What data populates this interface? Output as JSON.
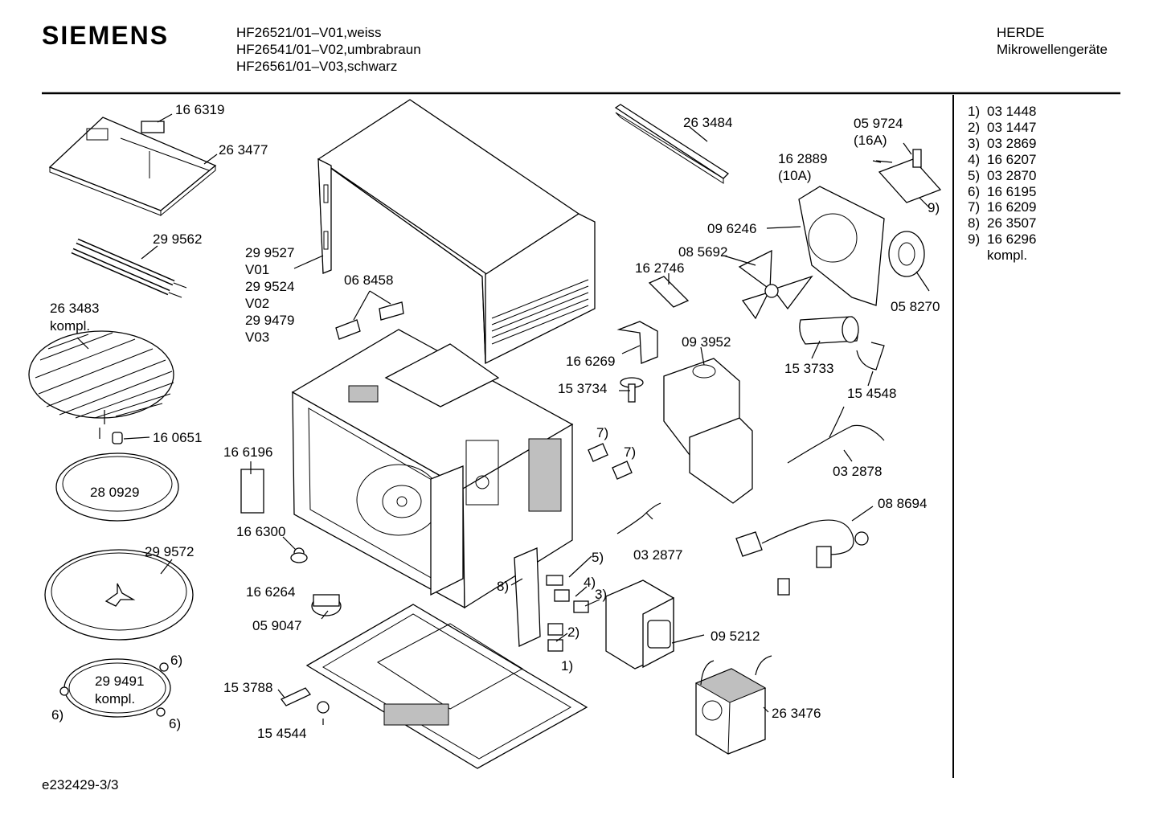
{
  "header": {
    "brand": "SIEMENS",
    "models": [
      "HF26521/01–V01,weiss",
      "HF26541/01–V02,umbrabraun",
      "HF26561/01–V03,schwarz"
    ],
    "category": [
      "HERDE",
      "Mikrowellengeräte"
    ]
  },
  "legend": [
    {
      "n": "1)",
      "part": "03 1448"
    },
    {
      "n": "2)",
      "part": "03 1447"
    },
    {
      "n": "3)",
      "part": "03 2869"
    },
    {
      "n": "4)",
      "part": "16 6207"
    },
    {
      "n": "5)",
      "part": "03 2870"
    },
    {
      "n": "6)",
      "part": "16 6195"
    },
    {
      "n": "7)",
      "part": "16 6209"
    },
    {
      "n": "8)",
      "part": "26 3507"
    },
    {
      "n": "9)",
      "part": "16 6296"
    },
    {
      "n": "",
      "part": "kompl."
    }
  ],
  "labels": {
    "p166319": "16 6319",
    "p263477": "26 3477",
    "p299562": "29 9562",
    "p263483": "26 3483",
    "kompl_a": "kompl.",
    "p160651": "16 0651",
    "p280929": "28 0929",
    "p299572": "29 9572",
    "p299491": "29 9491",
    "kompl_b": "kompl.",
    "s6a": "6)",
    "s6b": "6)",
    "s6c": "6)",
    "p299527": "29 9527",
    "v01": "V01",
    "p299524": "29 9524",
    "v02": "V02",
    "p299479": "29 9479",
    "v03": "V03",
    "p068458": "06 8458",
    "p166196": "16 6196",
    "p166300": "16 6300",
    "p166264": "16 6264",
    "p059047": "05 9047",
    "p153788": "15 3788",
    "p154544": "15 4544",
    "p263484": "26 3484",
    "p162746": "16 2746",
    "p166269": "16 6269",
    "p153734": "15 3734",
    "s7a": "7)",
    "s7b": "7)",
    "p093952": "09 3952",
    "p032877": "03 2877",
    "s5": "5)",
    "s4": "4)",
    "s3": "3)",
    "s2": "2)",
    "s1": "1)",
    "s8": "8)",
    "p095212": "09 5212",
    "p263476": "26 3476",
    "p059724": "05 9724",
    "a16": "(16A)",
    "p162889": "16 2889",
    "a10": "(10A)",
    "s9": "9)",
    "p096246": "09 6246",
    "p085692": "08 5692",
    "p058270": "05 8270",
    "p153733": "15 3733",
    "p154548": "15 4548",
    "p032878": "03 2878",
    "p088694": "08 8694"
  },
  "footer": "e232429-3/3"
}
